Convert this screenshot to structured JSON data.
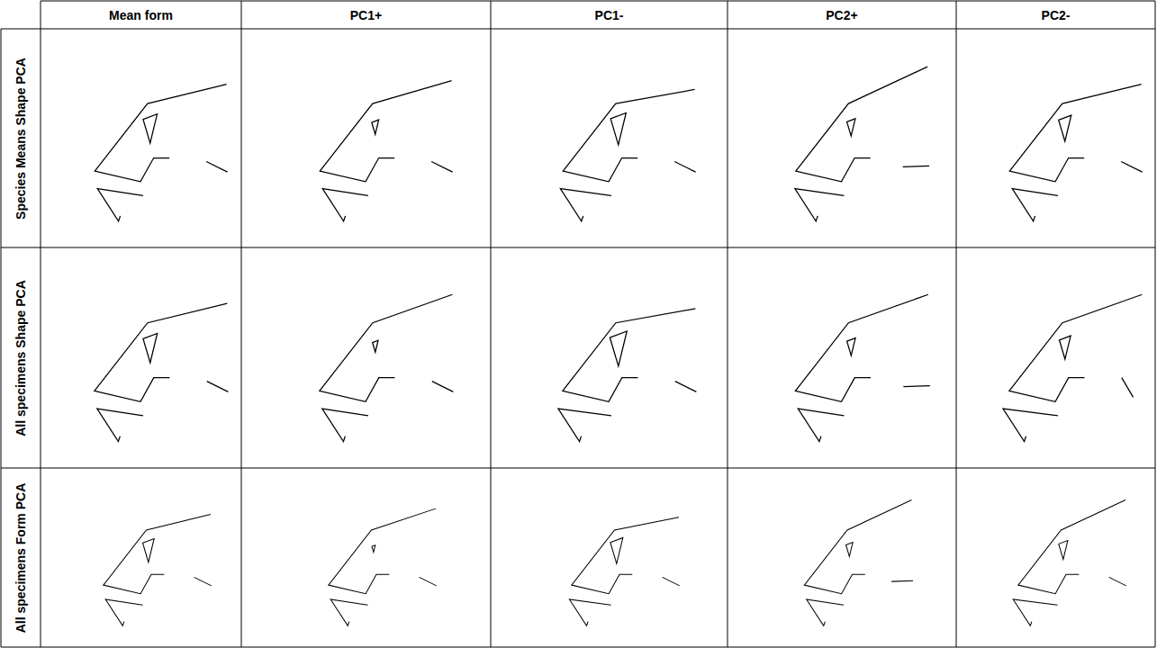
{
  "diagram": {
    "labels": [
      "Mean form",
      "PC1+",
      "PC1-",
      "PC2+",
      "PC2-",
      "Species Means Shape PCA",
      "All specimens Shape PCA",
      "All specimens Form PCA"
    ]
  }
}
